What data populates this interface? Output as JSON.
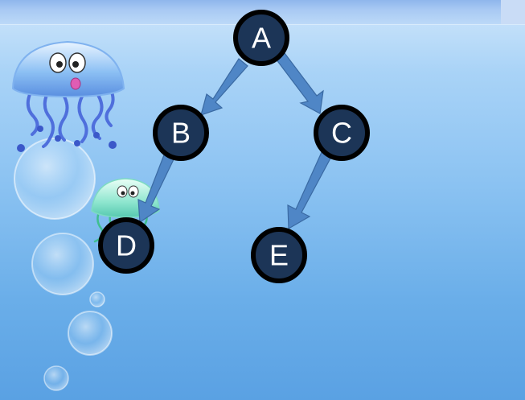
{
  "diagram": {
    "nodes": [
      {
        "id": "A",
        "label": "A"
      },
      {
        "id": "B",
        "label": "B"
      },
      {
        "id": "C",
        "label": "C"
      },
      {
        "id": "D",
        "label": "D"
      },
      {
        "id": "E",
        "label": "E"
      }
    ],
    "edges": [
      {
        "from": "A",
        "to": "B"
      },
      {
        "from": "A",
        "to": "C"
      },
      {
        "from": "B",
        "to": "D"
      },
      {
        "from": "C",
        "to": "E"
      }
    ]
  },
  "decorations": {
    "background": "underwater",
    "icons": [
      "jellyfish-icon",
      "small-jellyfish-icon",
      "bubble-icon"
    ]
  },
  "colors": {
    "node_fill": "#1c3557",
    "node_border": "#000000",
    "node_text": "#ffffff",
    "arrow": "#4f86c6"
  }
}
